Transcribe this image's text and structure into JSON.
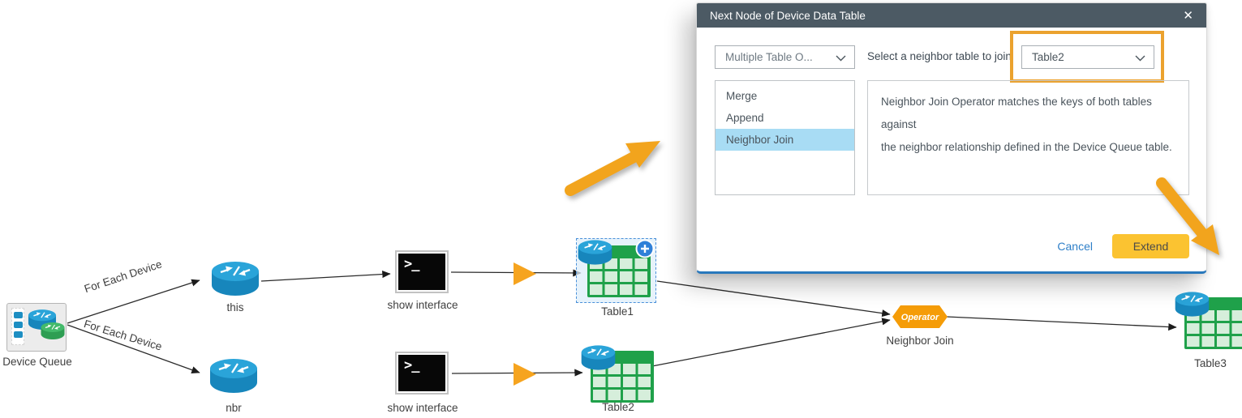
{
  "dialog": {
    "title": "Next Node of Device Data Table",
    "operation_select": "Multiple Table O...",
    "neighbor_label": "Select a neighbor table to join",
    "neighbor_select": "Table2",
    "options": [
      "Merge",
      "Append",
      "Neighbor Join"
    ],
    "selected_option": "Neighbor Join",
    "description": [
      "Neighbor Join Operator matches the keys of both tables against",
      "the neighbor relationship defined in the Device Queue table."
    ],
    "cancel_label": "Cancel",
    "extend_label": "Extend"
  },
  "canvas": {
    "device_queue_label": "Device Queue",
    "edge_label_top": "For Each Device",
    "edge_label_bottom": "For Each Device",
    "router_this_label": "this",
    "router_nbr_label": "nbr",
    "terminal_top_label": "show interface",
    "terminal_bottom_label": "show interface",
    "table1_label": "Table1",
    "table2_label": "Table2",
    "table3_label": "Table3",
    "operator_badge": "Operator",
    "operator_label": "Neighbor Join"
  },
  "icons": {
    "close_icon": "✕",
    "terminal_glyph": ">_"
  },
  "colors": {
    "accent_orange": "#F2A41D",
    "dialog_header": "#4C5A64",
    "selection_blue": "#A8DCF4",
    "extend_button": "#FBC331",
    "cancel_link": "#2E7FC8",
    "table_green": "#1FA14A",
    "router_blue": "#1C8EC0",
    "operator_orange": "#F59C07",
    "highlight_box": "#EBA22E",
    "dialog_bottom_border": "#2878BC"
  }
}
